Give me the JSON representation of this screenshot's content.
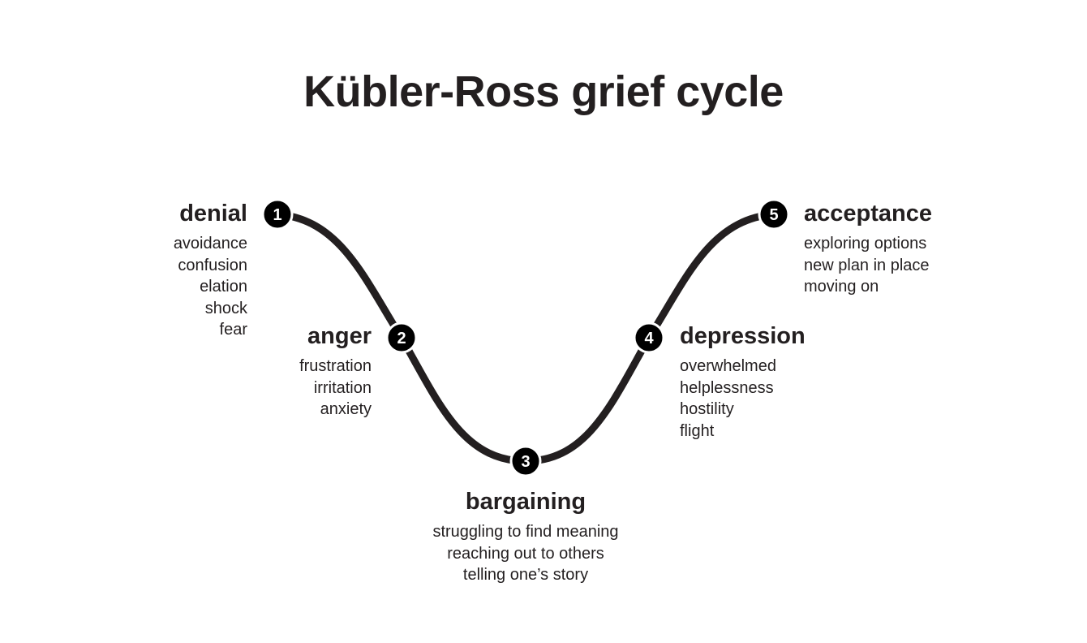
{
  "title": "Kübler-Ross grief cycle",
  "colors": {
    "ink": "#231f20",
    "node_fill": "#000000",
    "node_text": "#ffffff",
    "background": "#ffffff"
  },
  "stages": [
    {
      "number": "1",
      "name": "denial",
      "feelings": [
        "avoidance",
        "confusion",
        "elation",
        "shock",
        "fear"
      ]
    },
    {
      "number": "2",
      "name": "anger",
      "feelings": [
        "frustration",
        "irritation",
        "anxiety"
      ]
    },
    {
      "number": "3",
      "name": "bargaining",
      "feelings": [
        "struggling to find meaning",
        "reaching out to others",
        "telling one’s story"
      ]
    },
    {
      "number": "4",
      "name": "depression",
      "feelings": [
        "overwhelmed",
        "helplessness",
        "hostility",
        "flight"
      ]
    },
    {
      "number": "5",
      "name": "acceptance",
      "feelings": [
        "exploring options",
        "new plan in place",
        "moving on"
      ]
    }
  ]
}
